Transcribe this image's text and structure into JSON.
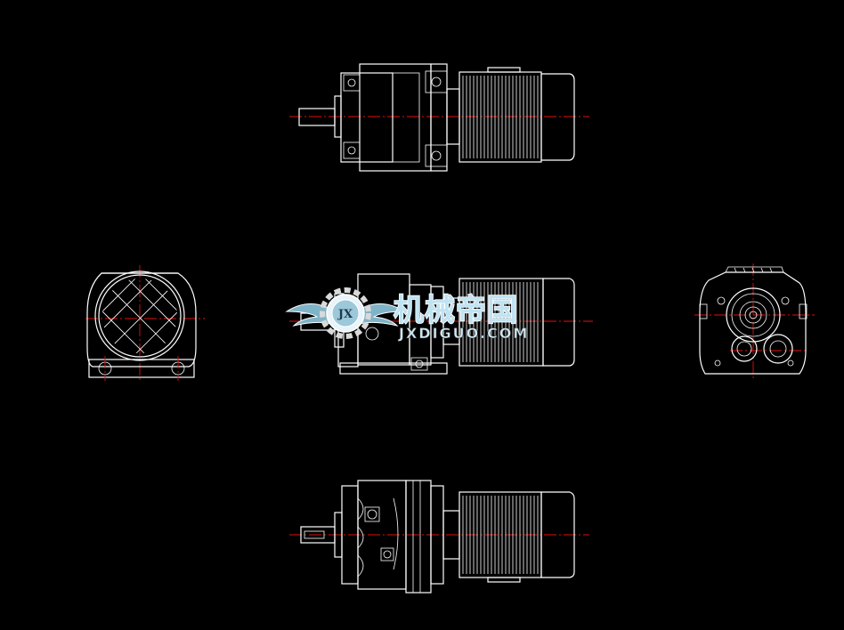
{
  "watermark": {
    "emblem_text": "JX",
    "title_cn": "机械帝国",
    "site": "JXDIGUO.COM",
    "colors": {
      "wing": "#7fb3c8",
      "text": "#bfe3f2",
      "gear": "#d9d9d9"
    }
  },
  "drawing": {
    "line_color": "#ffffff",
    "centerline_color": "#e01010",
    "background": "#000000",
    "views": [
      "top-view",
      "left-end-view",
      "front-view",
      "right-end-view",
      "bottom-view"
    ]
  }
}
